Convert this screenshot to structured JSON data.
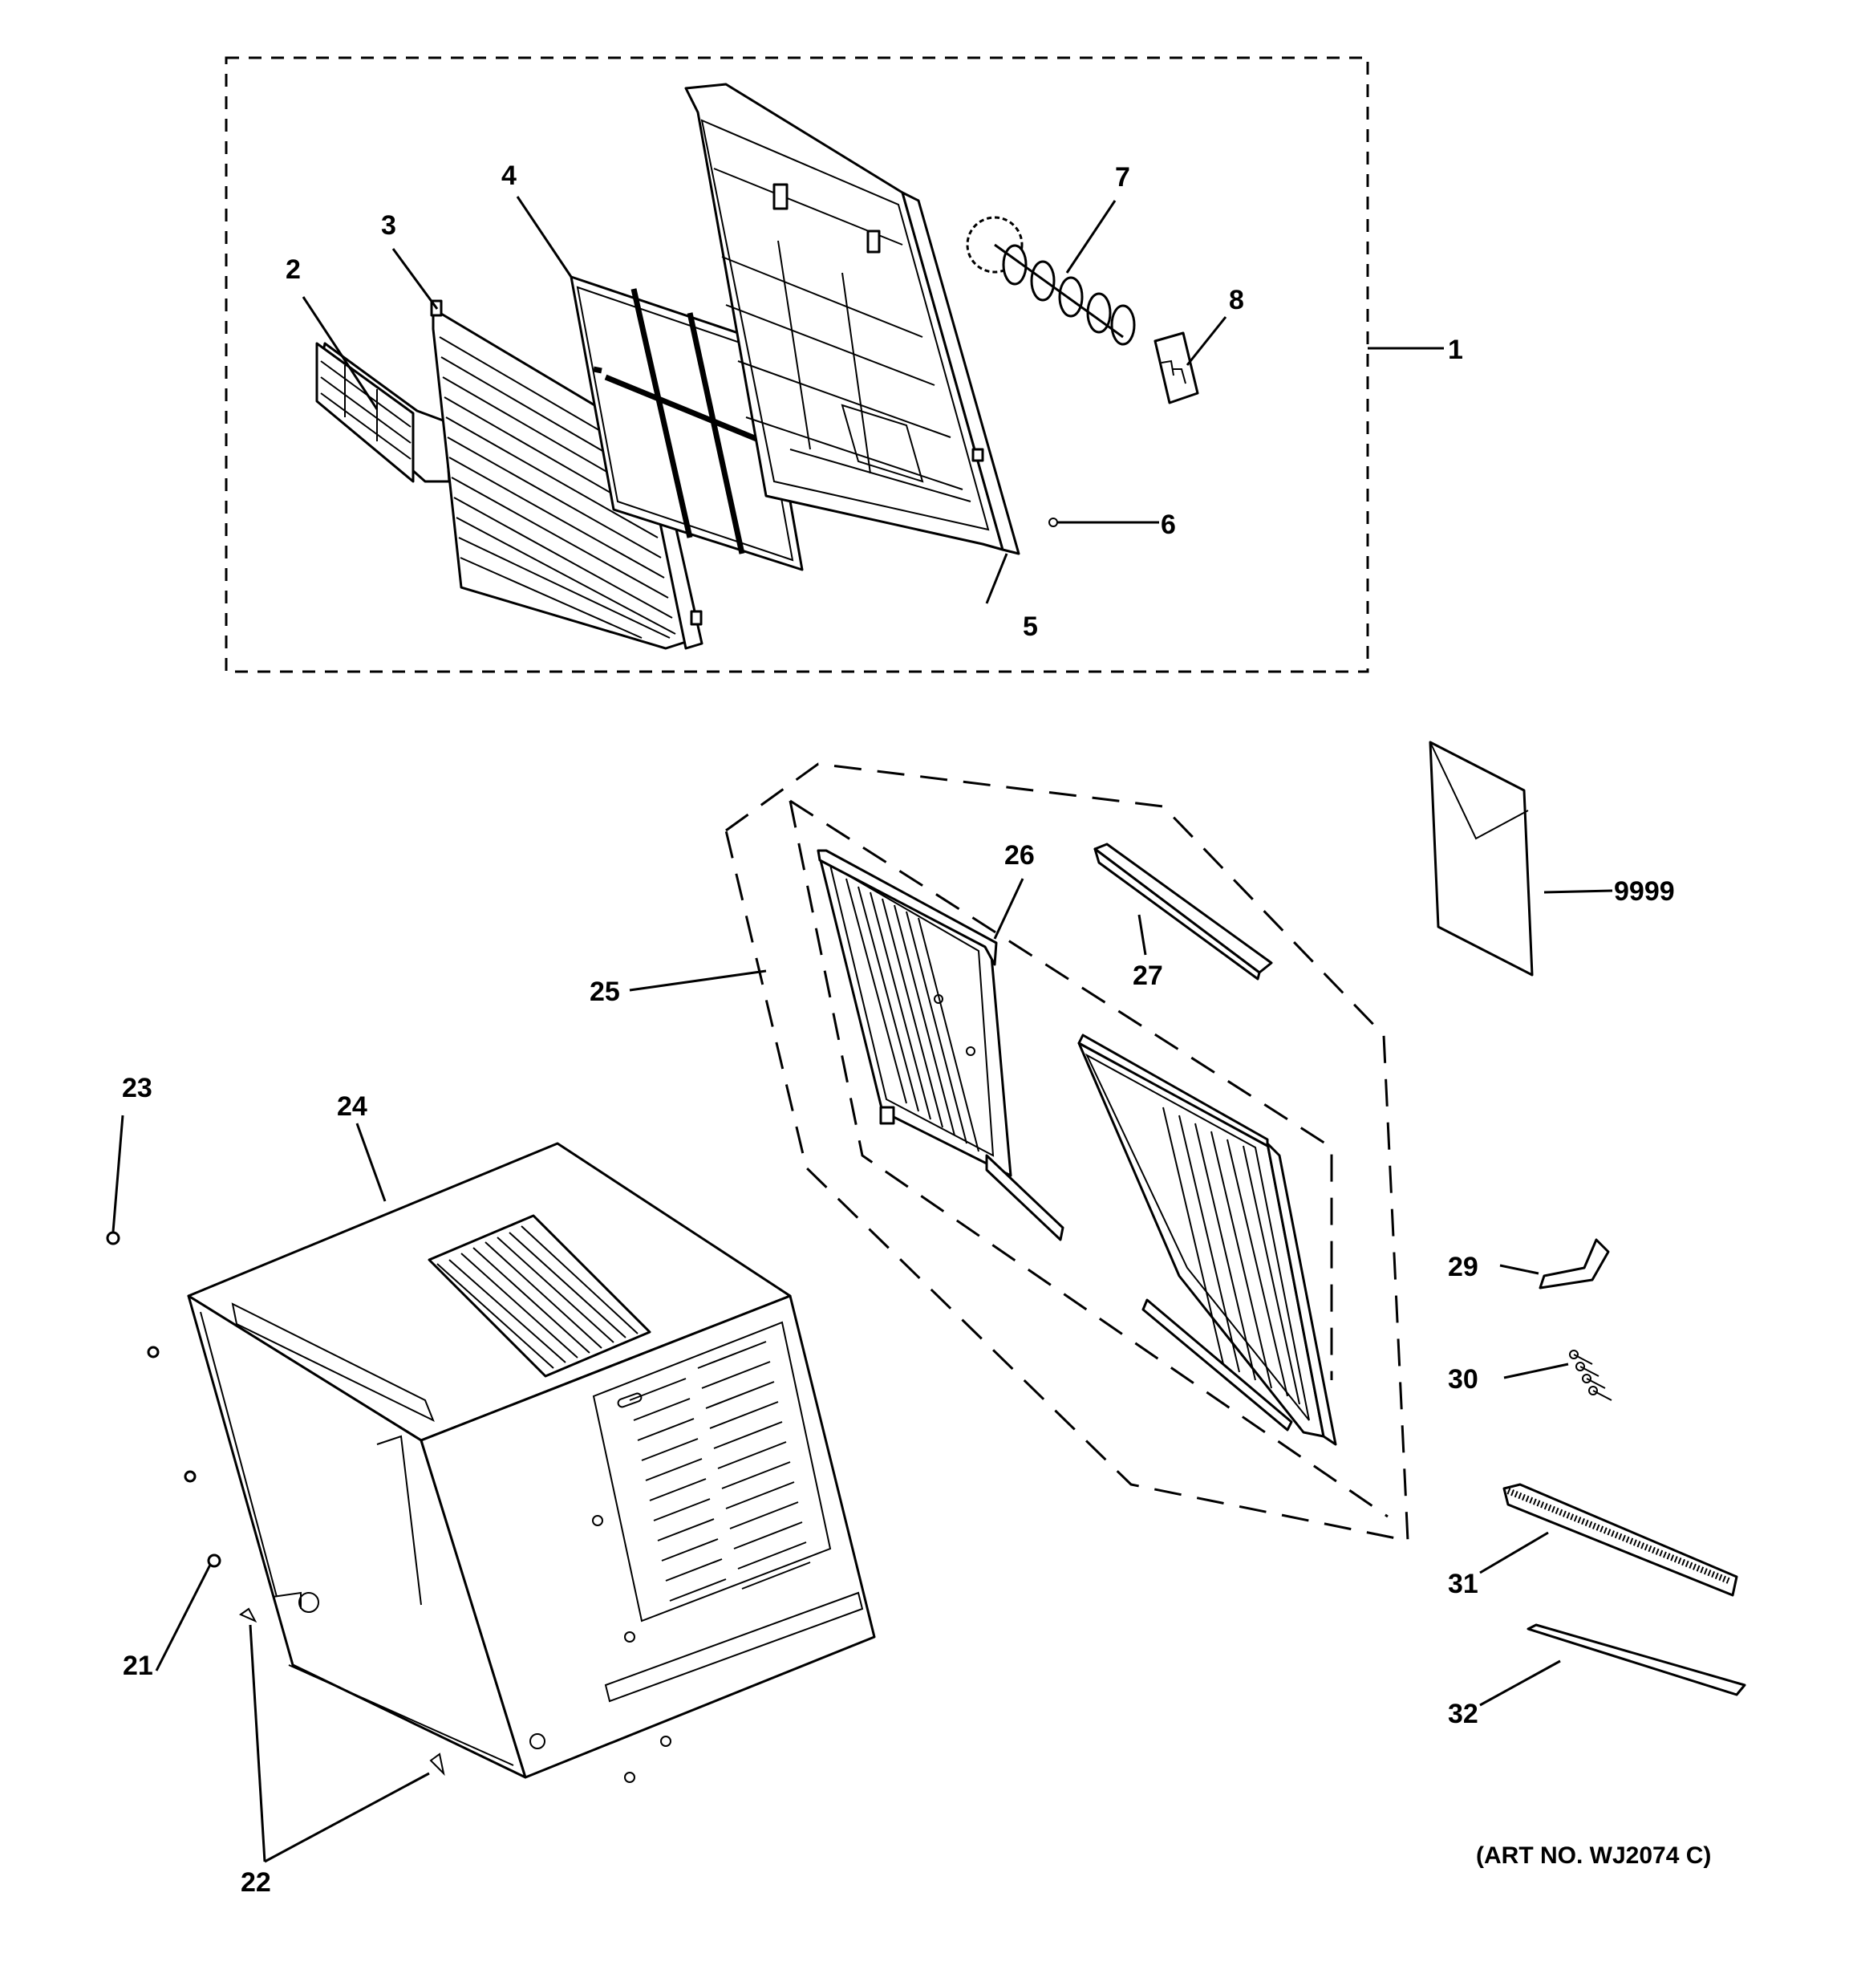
{
  "callouts": {
    "c1": "1",
    "c2": "2",
    "c3": "3",
    "c4": "4",
    "c5": "5",
    "c6": "6",
    "c7": "7",
    "c8": "8",
    "c21": "21",
    "c22": "22",
    "c23": "23",
    "c24": "24",
    "c25": "25",
    "c26": "26",
    "c27": "27",
    "c29": "29",
    "c30": "30",
    "c31": "31",
    "c32": "32",
    "c9999": "9999"
  },
  "art_no": "(ART NO. WJ2074 C)"
}
